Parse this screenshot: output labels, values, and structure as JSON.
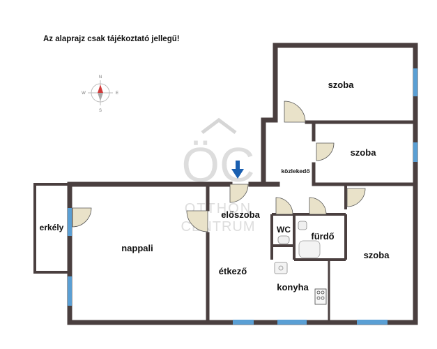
{
  "notice": "Az alaprajz csak tájékoztató jellegű!",
  "compass": {
    "n": "N",
    "s": "S",
    "e": "E",
    "w": "W"
  },
  "watermark": {
    "monogram": "ÖC",
    "line1": "OTTHON",
    "line2": "CENTRUM"
  },
  "rooms": {
    "szoba_top": "szoba",
    "szoba_mid": "szoba",
    "kozlekedo": "közlekedő",
    "eloszoba": "előszoba",
    "erkely": "erkély",
    "nappali": "nappali",
    "wc": "WC",
    "furdo": "fürdő",
    "szoba_right": "szoba",
    "etkezo": "étkező",
    "konyha": "konyha"
  },
  "colors": {
    "wall": "#4a3f3f",
    "window": "#5a9fd4",
    "door": "#e9e2c9",
    "entrance_arrow": "#1a5fb0",
    "compass_needle": "#d03a3a"
  }
}
